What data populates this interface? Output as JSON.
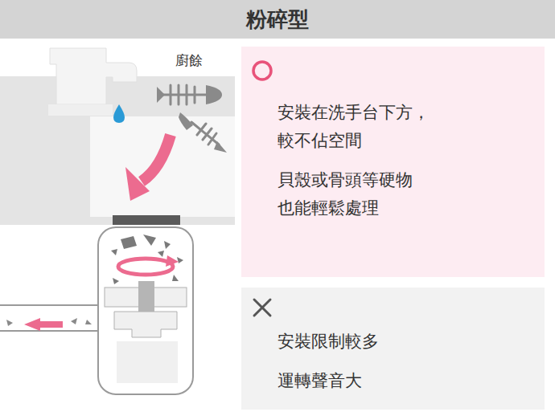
{
  "diagram": {
    "title": "粉碎型",
    "nodes": [
      {
        "text": [
          "安裝在洗手台下方， 較不佔空間",
          "貝殼或骨頭等硬物 也能輕鬆處理"
        ]
      },
      {
        "text": [
          "安裝限制較多",
          "運轉聲音大"
        ]
      }
    ],
    "edges": [],
    "labels": [
      "廚餘"
    ]
  }
}
